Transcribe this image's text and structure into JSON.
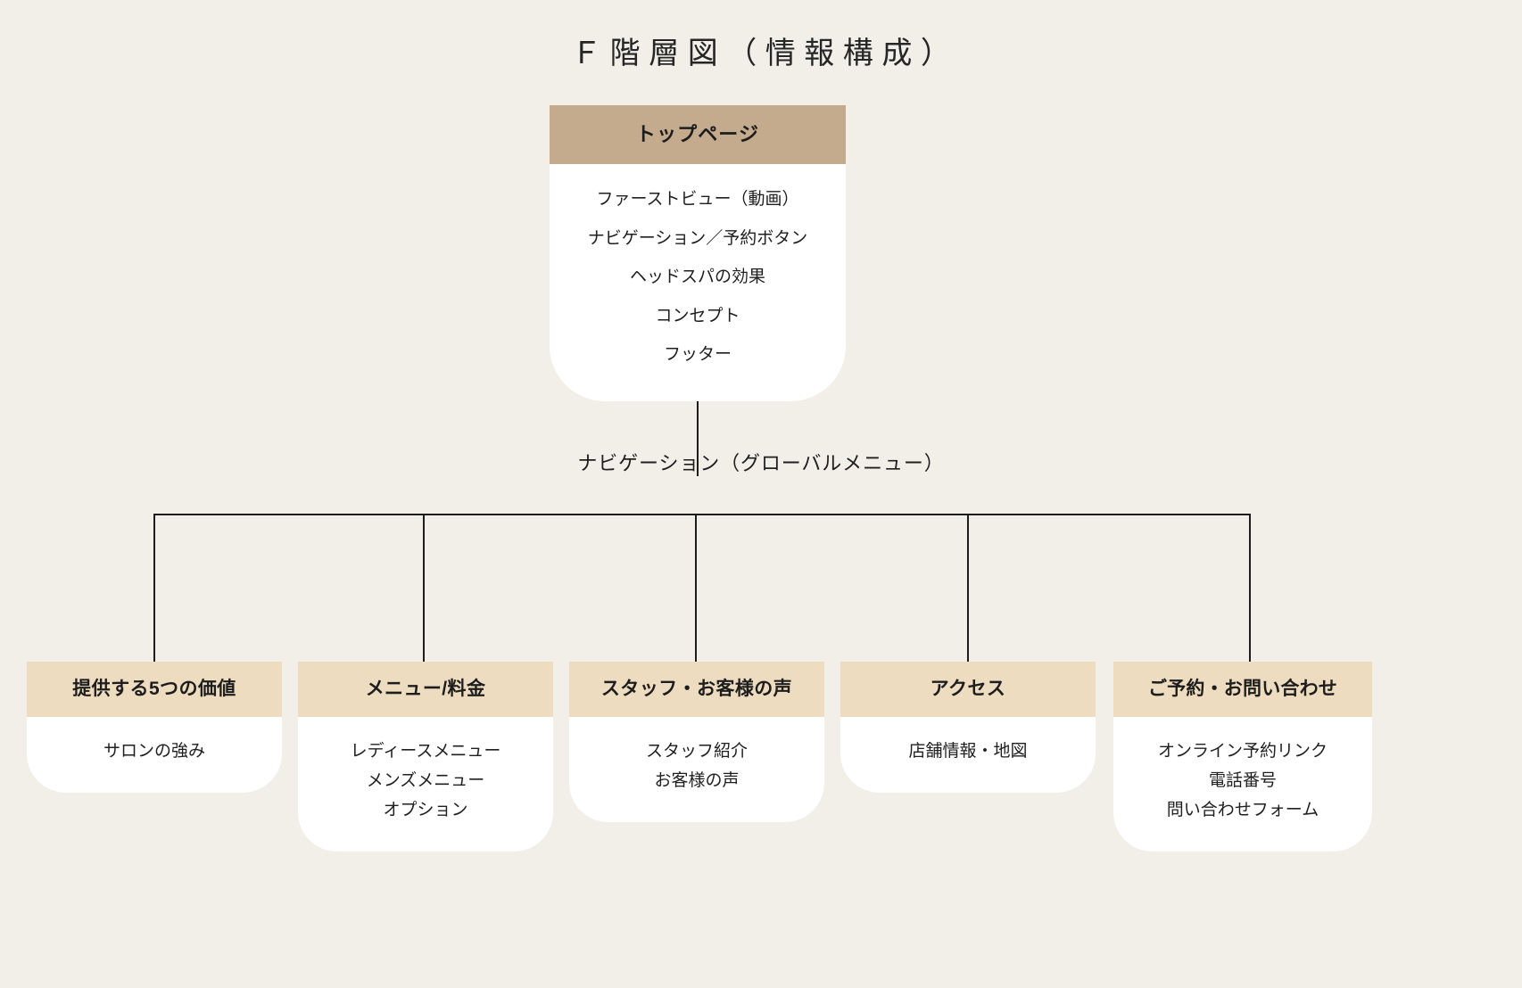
{
  "title": "Ｆ階層図（情報構成）",
  "top_node": {
    "header": "トップページ",
    "items": [
      "ファーストビュー（動画）",
      "ナビゲーション／予約ボタン",
      "ヘッドスパの効果",
      "コンセプト",
      "フッター"
    ]
  },
  "nav_label": "ナビゲーション（グローバルメニュー）",
  "cards": [
    {
      "header": "提供する5つの価値",
      "items": [
        "サロンの強み"
      ]
    },
    {
      "header": "メニュー/料金",
      "items": [
        "レディースメニュー",
        "メンズメニュー",
        "オプション"
      ]
    },
    {
      "header": "スタッフ・お客様の声",
      "items": [
        "スタッフ紹介",
        "お客様の声"
      ]
    },
    {
      "header": "アクセス",
      "items": [
        "店舗情報・地図"
      ]
    },
    {
      "header": "ご予約・お問い合わせ",
      "items": [
        "オンライン予約リンク",
        "電話番号",
        "問い合わせフォーム"
      ]
    }
  ],
  "colors": {
    "background": "#f2efe9",
    "top_header": "#c4ab8d",
    "card_header": "#eddcbf",
    "card_body": "#ffffff",
    "line": "#1c1c1c",
    "text": "#1f1f1f"
  }
}
